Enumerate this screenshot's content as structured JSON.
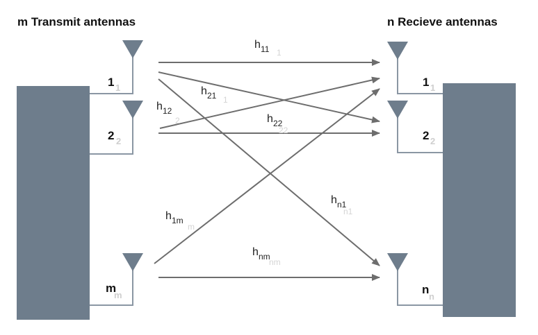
{
  "headings": {
    "transmit": "m Transmit antennas",
    "receive": "n Recieve antennas"
  },
  "transmit_antennas": [
    {
      "label": "1",
      "shadow": "1"
    },
    {
      "label": "2",
      "shadow": "2"
    },
    {
      "label": "m",
      "shadow": "m"
    }
  ],
  "receive_antennas": [
    {
      "label": "1",
      "shadow": "1"
    },
    {
      "label": "2",
      "shadow": "2"
    },
    {
      "label": "n",
      "shadow": "n"
    }
  ],
  "channels": [
    {
      "base": "h",
      "sub": "11",
      "shadow": "1"
    },
    {
      "base": "h",
      "sub": "21",
      "shadow": "1"
    },
    {
      "base": "h",
      "sub": "12",
      "shadow": "2"
    },
    {
      "base": "h",
      "sub": "22",
      "shadow": "22"
    },
    {
      "base": "h",
      "sub": "1m",
      "shadow": "m"
    },
    {
      "base": "h",
      "sub": "n1",
      "shadow": "n1"
    },
    {
      "base": "h",
      "sub": "nm",
      "shadow": "nm"
    }
  ],
  "colors": {
    "device": "#6e7d8c",
    "antenna": "#6e7d8c",
    "arrow": "#6d6d6d",
    "wire": "#8a96a3"
  }
}
